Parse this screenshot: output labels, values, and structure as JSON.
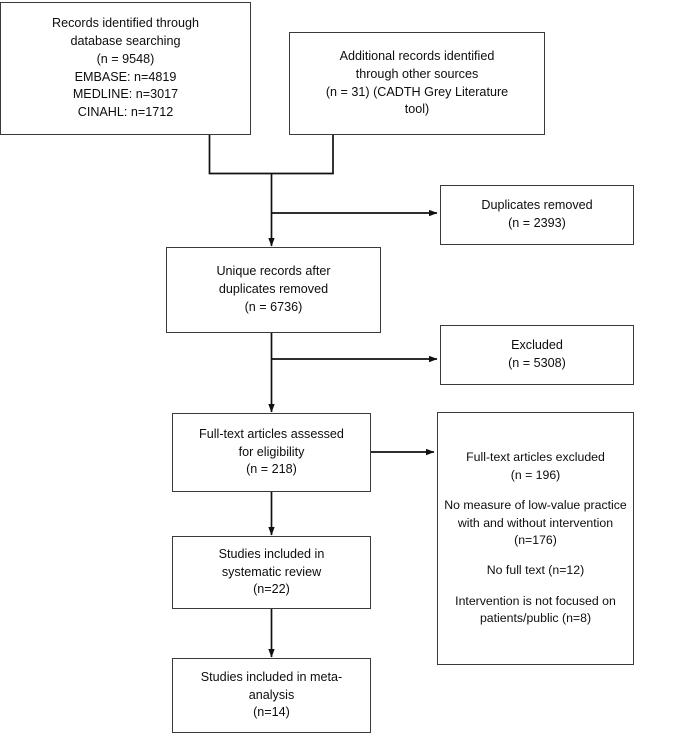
{
  "diagram": {
    "type": "prisma-flow-diagram",
    "colors": {
      "box_border": "#3a3a3a",
      "connector": "#1a1a1a",
      "text": "#0d0d0d",
      "background": "#ffffff"
    },
    "nodes": [
      {
        "id": "db-search",
        "name": "records-identified-database-searching",
        "lines": [
          "Records identified through",
          "database searching",
          "(n = 9548)",
          "EMBASE: n=4819",
          "MEDLINE: n=3017",
          "CINAHL: n=1712"
        ]
      },
      {
        "id": "other-sources",
        "name": "additional-records-other-sources",
        "lines": [
          "Additional records identified",
          "through other sources",
          "(n = 31) (CADTH Grey Literature",
          "tool)"
        ]
      },
      {
        "id": "duplicates",
        "name": "duplicates-removed",
        "lines": [
          "Duplicates removed",
          "(n = 2393)"
        ]
      },
      {
        "id": "unique",
        "name": "unique-records-after-duplicates-removed",
        "lines": [
          "Unique records after",
          "duplicates removed",
          "(n = 6736)"
        ]
      },
      {
        "id": "excluded",
        "name": "records-excluded",
        "lines": [
          "Excluded",
          "(n = 5308)"
        ]
      },
      {
        "id": "fulltext",
        "name": "full-text-articles-assessed",
        "lines": [
          "Full-text articles assessed",
          "for eligibility",
          "(n = 218)"
        ]
      },
      {
        "id": "fulltext-excl",
        "name": "full-text-articles-excluded",
        "lines": [
          "Full-text articles excluded",
          "(n = 196)",
          "",
          "No measure of low-value practice",
          "with and without intervention",
          "(n=176)",
          "",
          "No full text (n=12)",
          "",
          "Intervention is not focused on",
          "patients/public (n=8)"
        ]
      },
      {
        "id": "systematic",
        "name": "studies-included-systematic-review",
        "lines": [
          "Studies included in",
          "systematic review",
          "(n=22)"
        ]
      },
      {
        "id": "meta",
        "name": "studies-included-meta-analysis",
        "lines": [
          "Studies included in meta-",
          "analysis",
          "(n=14)"
        ]
      }
    ],
    "counts": {
      "database_records": 9548,
      "embase": 4819,
      "medline": 3017,
      "cinahl": 1712,
      "other_sources": 31,
      "duplicates_removed": 2393,
      "unique_records": 6736,
      "screening_excluded": 5308,
      "fulltext_assessed": 218,
      "fulltext_excluded": 196,
      "no_measure_low_value": 176,
      "no_full_text": 12,
      "not_focused_patients_public": 8,
      "included_systematic_review": 22,
      "included_meta_analysis": 14
    }
  }
}
